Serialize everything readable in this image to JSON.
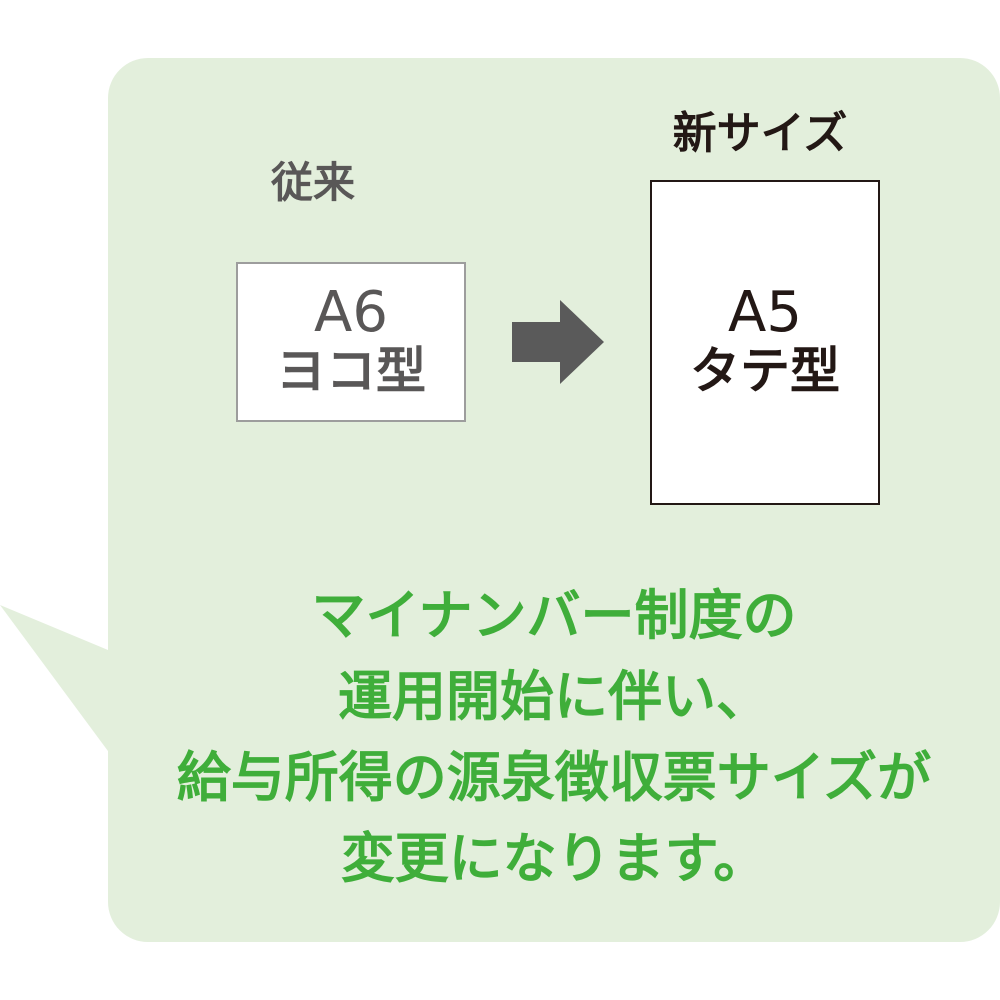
{
  "comparison": {
    "old": {
      "heading": "従来",
      "size": "A6",
      "orientation": "ヨコ型"
    },
    "new": {
      "heading": "新サイズ",
      "size": "A5",
      "orientation": "タテ型"
    },
    "arrow_icon": "right-arrow-icon"
  },
  "message": {
    "lines": [
      "マイナンバー制度の",
      "運用開始に伴い、",
      "給与所得の源泉徴収票サイズが",
      "変更になります。"
    ]
  },
  "colors": {
    "bubble_fill": "#e3efdc",
    "message_text": "#3fae3a",
    "old_text": "#595757",
    "new_text": "#231815",
    "arrow": "#5a5a5a"
  }
}
